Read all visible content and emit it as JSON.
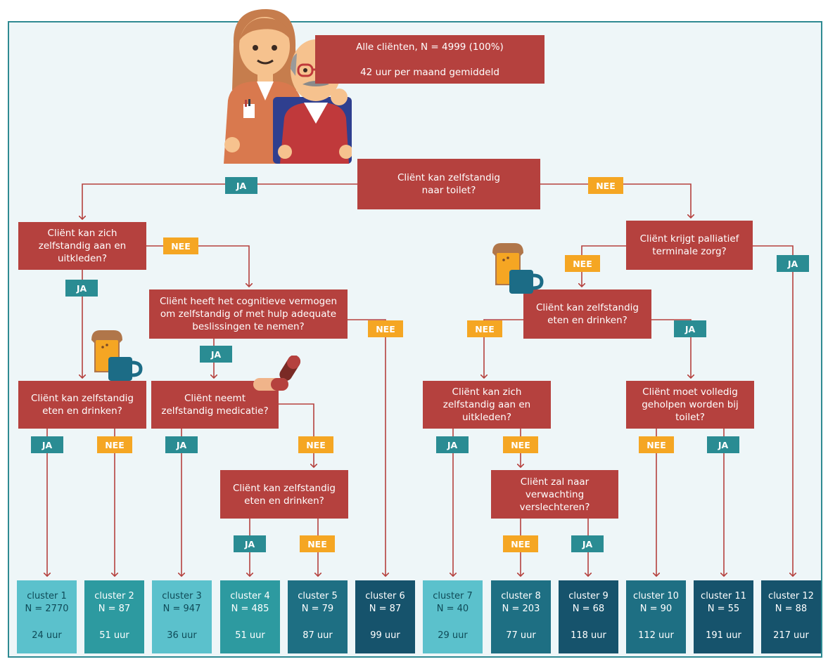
{
  "root": {
    "line1": "Alle cliënten, N = 4999 (100%)",
    "line2": "42 uur per maand gemiddeld"
  },
  "questions": {
    "toilet": "Cliënt kan zelfstandig\nnaar toilet?",
    "aankleden_left": "Cliënt kan zich\nzelfstandig aan en\nuitkleden?",
    "cognitief": "Cliënt heeft het cognitieve vermogen\nom zelfstandig of met hulp adequate\nbeslissingen te nemen?",
    "eten_left": "Cliënt kan zelfstandig\neten en drinken?",
    "medicatie": "Cliënt neemt\nzelfstandig medicatie?",
    "eten_mid": "Cliënt kan zelfstandig\neten en drinken?",
    "palliatief": "Cliënt krijgt palliatief\nterminale zorg?",
    "eten_right": "Cliënt kan zelfstandig\neten en drinken?",
    "aankleden_right": "Cliënt kan zich\nzelfstandig aan en\nuitkleden?",
    "volledig_toilet": "Cliënt moet volledig\ngeholpen worden bij\ntoilet?",
    "verslechteren": "Cliënt zal naar\nverwachting\nverslechteren?"
  },
  "labels": {
    "ja": "JA",
    "nee": "NEE"
  },
  "clusters": [
    {
      "name": "cluster 1",
      "count": "N = 2770",
      "hours": "24 uur"
    },
    {
      "name": "cluster 2",
      "count": "N = 87",
      "hours": "51 uur"
    },
    {
      "name": "cluster 3",
      "count": "N = 947",
      "hours": "36 uur"
    },
    {
      "name": "cluster 4",
      "count": "N = 485",
      "hours": "51 uur"
    },
    {
      "name": "cluster 5",
      "count": "N = 79",
      "hours": "87 uur"
    },
    {
      "name": "cluster 6",
      "count": "N = 87",
      "hours": "99 uur"
    },
    {
      "name": "cluster 7",
      "count": "N = 40",
      "hours": "29 uur"
    },
    {
      "name": "cluster 8",
      "count": "N = 203",
      "hours": "77 uur"
    },
    {
      "name": "cluster 9",
      "count": "N = 68",
      "hours": "118 uur"
    },
    {
      "name": "cluster 10",
      "count": "N = 90",
      "hours": "112 uur"
    },
    {
      "name": "cluster 11",
      "count": "N = 55",
      "hours": "191 uur"
    },
    {
      "name": "cluster 12",
      "count": "N = 88",
      "hours": "217 uur"
    }
  ],
  "colors": {
    "question": "#b5413e",
    "ja": "#2a8c93",
    "nee": "#f5a623",
    "line": "#b5413e",
    "cluster_light": "#5bc1cc",
    "cluster_mid": "#2d9aa0",
    "cluster_dark": "#1e6f83",
    "cluster_darkest": "#16536c"
  },
  "icons": [
    "nurse-illustration",
    "elderly-man-illustration",
    "toast-icon",
    "cup-icon",
    "pill-icon"
  ]
}
